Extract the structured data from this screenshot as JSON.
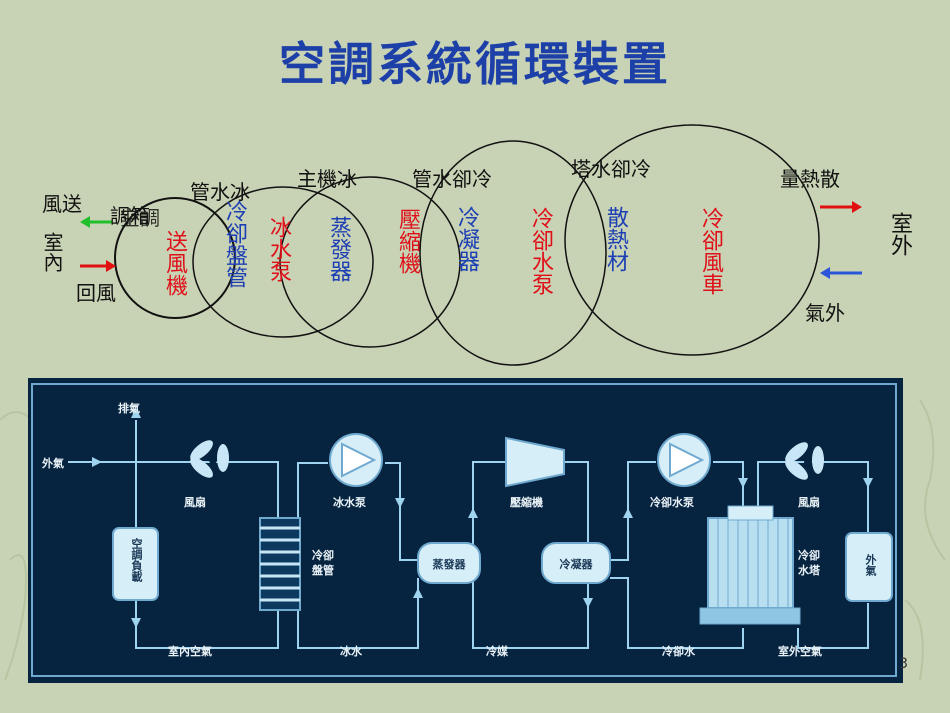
{
  "title": "空調系統循環裝置",
  "top": {
    "room_label": "室內",
    "supply_air": "風送",
    "return_air": "回風",
    "air_handler_top": "調箱",
    "air_handler_bot": "空調",
    "outdoor": "室外",
    "outdoor_air": "氣外",
    "heat_out": "量熱散",
    "circle_labels": [
      "管水冰",
      "主機冰",
      "管水卻冷",
      "塔水卻冷"
    ],
    "components": [
      "送風機",
      "冷卻盤管",
      "冰水泵",
      "蒸發器",
      "壓縮機",
      "冷凝器",
      "冷卻水泵",
      "散熱材",
      "冷卻風車"
    ]
  },
  "panel": {
    "exhaust": "排氣",
    "outside_air": "外氣",
    "fan_left": "風扇",
    "fan_right": "風扇",
    "load": "空調負載",
    "coil": "冷卻盤管",
    "chw_pump": "冰水泵",
    "evaporator": "蒸發器",
    "compressor": "壓縮機",
    "condenser": "冷凝器",
    "cw_pump": "冷卻水泵",
    "tower": "冷卻水塔",
    "outside_box": "外氣",
    "bottom": [
      "室內空氣",
      "冰水",
      "冷媒",
      "冷卻水",
      "室外空氣"
    ]
  },
  "page_number": "3",
  "colors": {
    "title": "#1d40a8",
    "red": "#e0101a",
    "blue": "#1d3fb5",
    "panel": "#06233f",
    "pipe": "#9fd4f0"
  }
}
